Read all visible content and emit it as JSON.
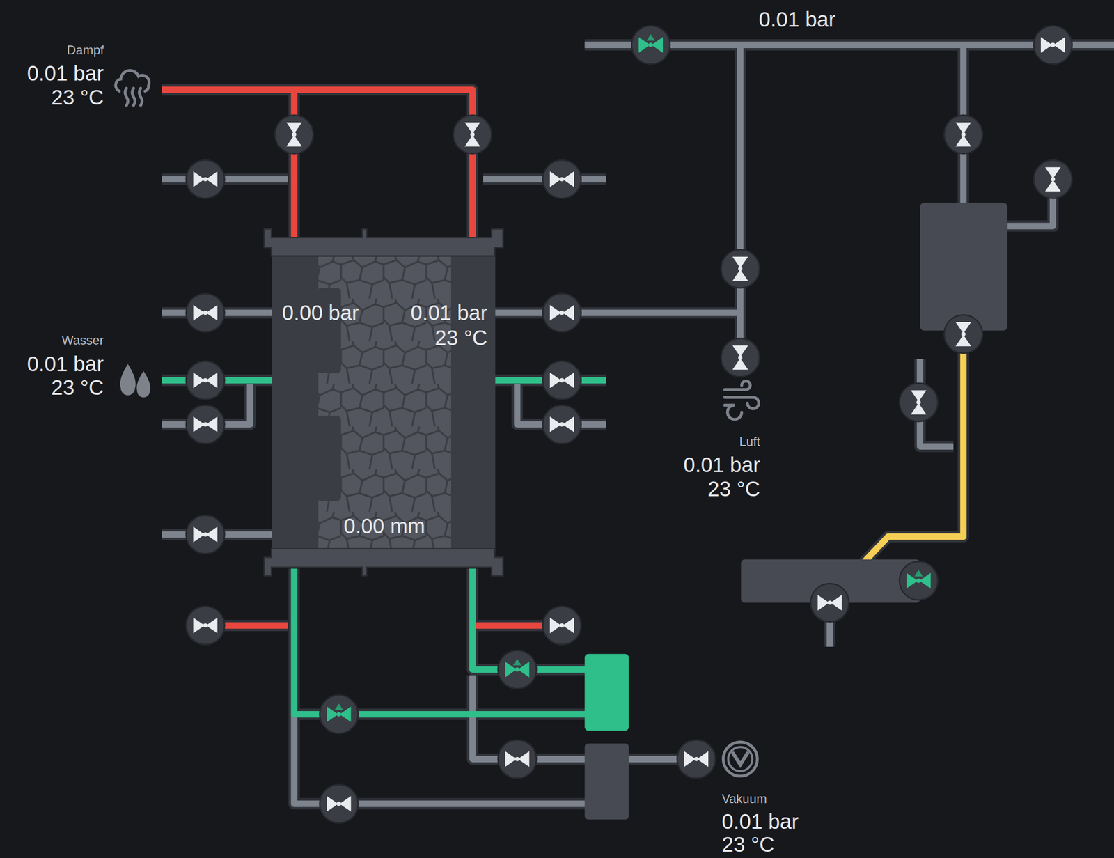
{
  "diagram": {
    "nodes": [
      {
        "text": [
          "0.00 bar",
          "0.01 bar",
          "23 °C",
          "0.00 mm"
        ]
      }
    ],
    "labels": [
      "Dampf",
      "0.01 bar",
      "23 °C",
      "0.01 bar",
      "Wasser",
      "0.01 bar",
      "23 °C",
      "Luft",
      "0.01 bar",
      "23 °C",
      "Vakuum",
      "0.01 bar",
      "23 °C"
    ]
  }
}
